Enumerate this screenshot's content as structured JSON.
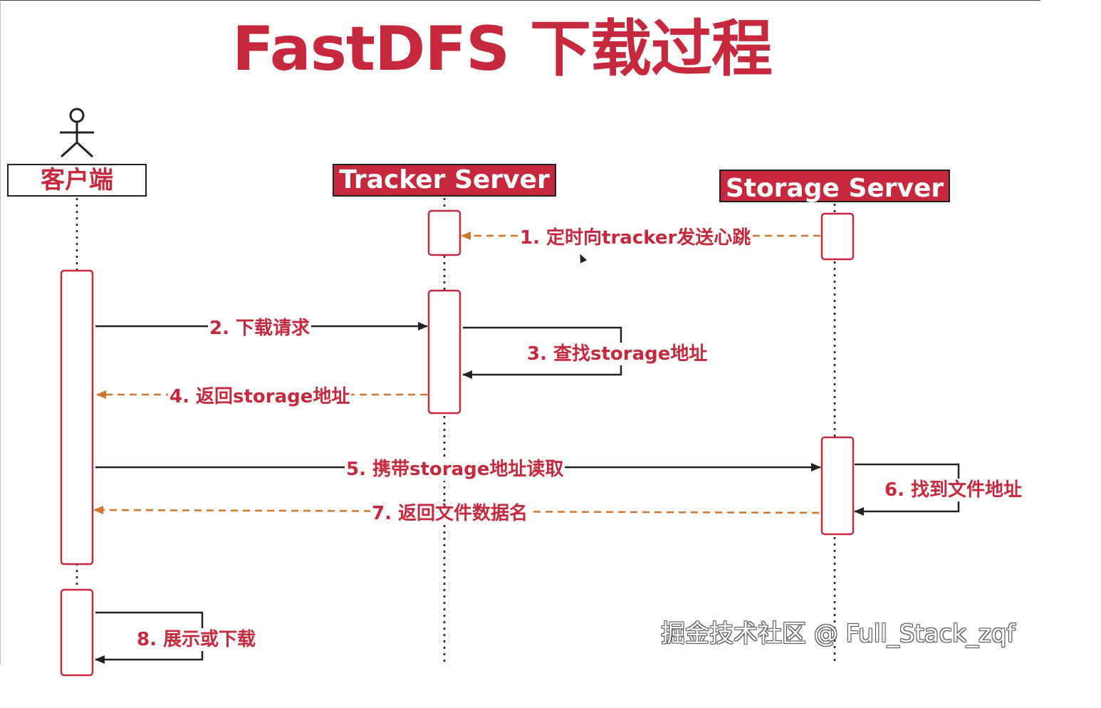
{
  "title": "FastDFS 下载过程",
  "participants": {
    "client": "客户端",
    "tracker": "Tracker Server",
    "storage": "Storage Server"
  },
  "messages": [
    {
      "label": "1. 定时向tracker发送心跳",
      "from": "storage",
      "to": "tracker",
      "style": "dashed"
    },
    {
      "label": "2. 下载请求",
      "from": "client",
      "to": "tracker",
      "style": "solid"
    },
    {
      "label": "3. 查找storage地址",
      "from": "tracker",
      "to": "tracker",
      "style": "self"
    },
    {
      "label": "4. 返回storage地址",
      "from": "tracker",
      "to": "client",
      "style": "dashed"
    },
    {
      "label": "5. 携带storage地址读取",
      "from": "client",
      "to": "storage",
      "style": "solid"
    },
    {
      "label": "6. 找到文件地址",
      "from": "storage",
      "to": "storage",
      "style": "self"
    },
    {
      "label": "7. 返回文件数据名",
      "from": "storage",
      "to": "client",
      "style": "dashed"
    },
    {
      "label": "8. 展示或下载",
      "from": "client",
      "to": "client",
      "style": "self"
    }
  ],
  "watermark": "掘金技术社区 @ Full_Stack_zqf",
  "colors": {
    "accent": "#c6283d",
    "dashed_arrow": "#d2752a",
    "line": "#222222"
  }
}
